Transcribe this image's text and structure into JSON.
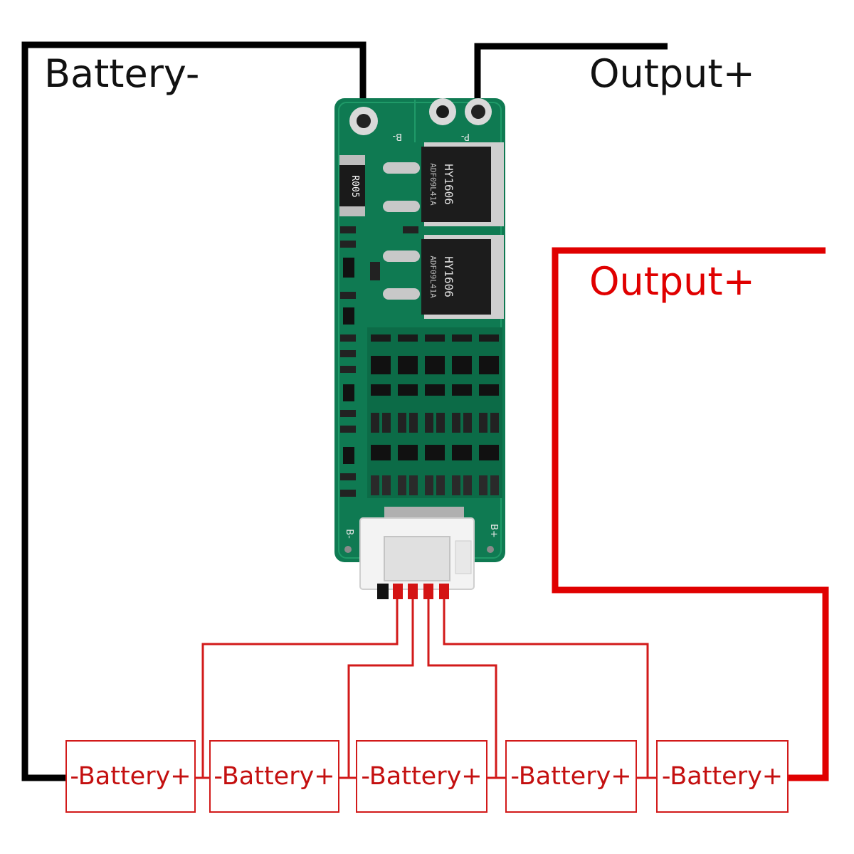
{
  "labels": {
    "battery_negative": "Battery-",
    "output_positive_top": "Output+",
    "output_positive_red": "Output+"
  },
  "board": {
    "pad_b_minus": "B-",
    "pad_p_minus": "P-",
    "shunt_resistor": "R005",
    "mosfet_upper_marking_1": "HY1606",
    "mosfet_upper_marking_2": "ADF09L41A",
    "mosfet_lower_marking_1": "HY1606",
    "mosfet_lower_marking_2": "ADF09L41A",
    "conn_b_minus": "B-",
    "conn_b_plus": "B+"
  },
  "cells": [
    {
      "label": "-Battery+"
    },
    {
      "label": "-Battery+"
    },
    {
      "label": "-Battery+"
    },
    {
      "label": "-Battery+"
    },
    {
      "label": "-Battery+"
    }
  ],
  "colors": {
    "wire_black": "#000000",
    "wire_red": "#e00000",
    "balance_wire": "#d21a1a",
    "pcb_green": "#0f7a52"
  }
}
